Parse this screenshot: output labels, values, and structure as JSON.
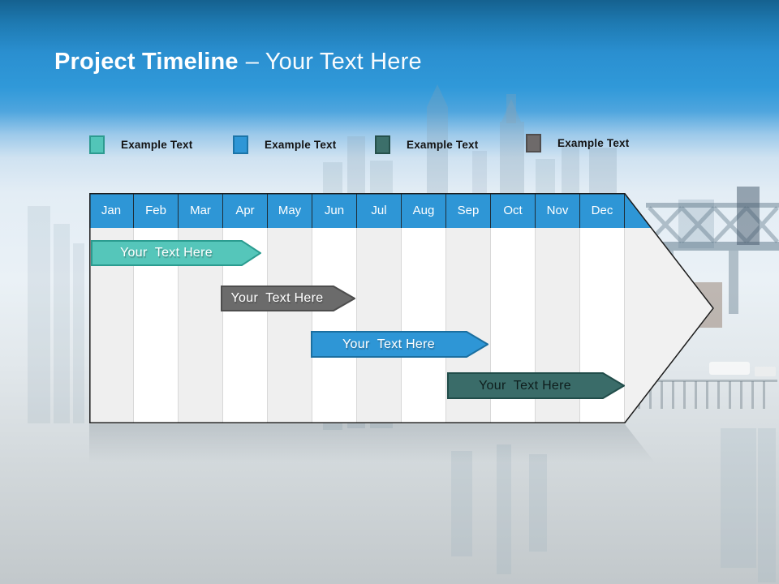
{
  "title": {
    "bold": "Project Timeline",
    "rest": "– Your Text Here"
  },
  "legend": {
    "items": [
      {
        "label": "Example Text",
        "color": "#52c5b8",
        "border": "#2d9b90"
      },
      {
        "label": "Example Text",
        "color": "#2e96d6",
        "border": "#1b74a8"
      },
      {
        "label": "Example Text",
        "color": "#3c6f6a",
        "border": "#25504b"
      },
      {
        "label": "Example Text",
        "color": "#6e6a6a",
        "border": "#504d4d"
      }
    ]
  },
  "timeline": {
    "header_color": "#2e96d6",
    "months": [
      "Jan",
      "Feb",
      "Mar",
      "Apr",
      "May",
      "Jun",
      "Jul",
      "Aug",
      "Sep",
      "Oct",
      "Nov",
      "Dec"
    ],
    "bars": [
      {
        "label": "Your  Text Here",
        "fill": "#55c6ba",
        "border": "#2b9c90",
        "text_color": "#ffffff"
      },
      {
        "label": "Your  Text Here",
        "fill": "#6b6b6b",
        "border": "#4d4d4d",
        "text_color": "#ffffff"
      },
      {
        "label": "Your  Text Here",
        "fill": "#2e96d6",
        "border": "#1b6fa0",
        "text_color": "#ffffff"
      },
      {
        "label": "Your  Text Here",
        "fill": "#3a6c69",
        "border": "#214d4a",
        "text_color": "#0e1d1c"
      }
    ]
  }
}
